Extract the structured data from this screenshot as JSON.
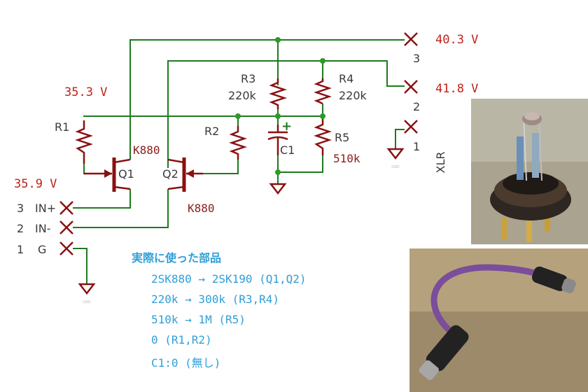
{
  "voltages": {
    "v1": "40.3 V",
    "v2": "41.8 V",
    "v3": "35.3 V",
    "v4": "35.9 V"
  },
  "components": {
    "r1": "R1",
    "r2": "R2",
    "r3": "R3",
    "r3_val": "220k",
    "r4": "R4",
    "r4_val": "220k",
    "r5": "R5",
    "r5_val": "510k",
    "c1": "C1",
    "c1_plus": "+",
    "q1": "Q1",
    "q2": "Q2",
    "q1_type": "K880",
    "q2_type": "K880"
  },
  "xlr": {
    "label": "XLR",
    "pin3": "3",
    "pin2": "2",
    "pin1": "1"
  },
  "input": {
    "pin3": "3",
    "pin2": "2",
    "pin1": "1",
    "in_plus": "IN+",
    "in_minus": "IN-",
    "gnd": "G"
  },
  "gnd_caption": "GND",
  "notes": {
    "title": "実際に使った部品",
    "lines": [
      "2SK880 → 2SK190 (Q1,Q2)",
      "220k → 300k (R3,R4)",
      "510k → 1M (R5)",
      "0 (R1,R2)",
      "C1:0 (無し)"
    ]
  },
  "photos": {
    "top": "capsule-with-fet-board",
    "bottom": "purple-xlr-cable"
  }
}
